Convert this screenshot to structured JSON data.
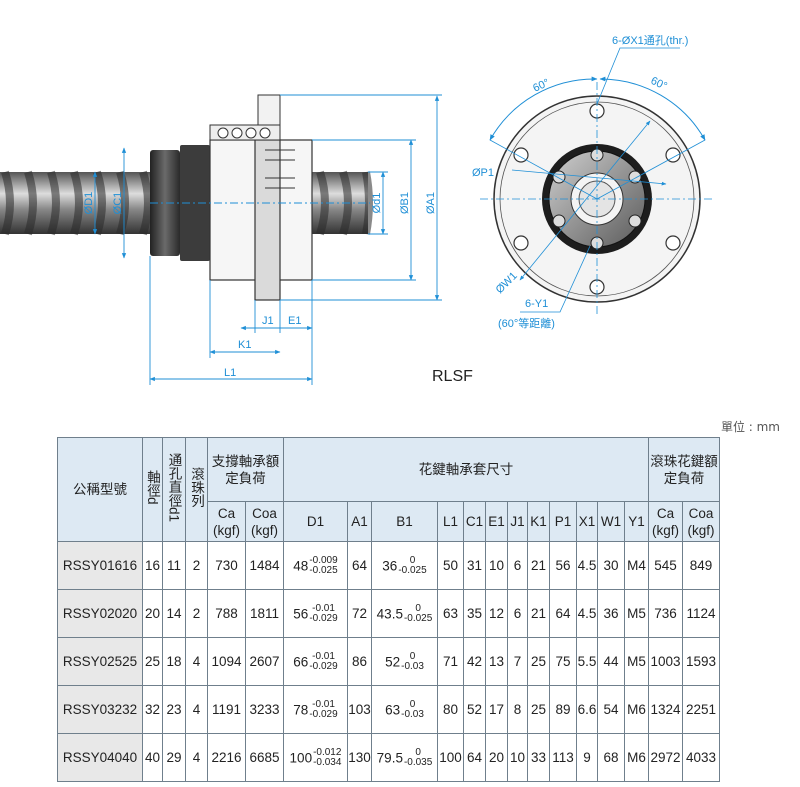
{
  "drawing": {
    "dims": {
      "D1": "ØD1",
      "C1": "ØC1",
      "d1": "Ød1",
      "B1": "ØB1",
      "A1": "ØA1",
      "J1": "J1",
      "E1": "E1",
      "K1": "K1",
      "L1": "L1"
    },
    "front": {
      "angle_a": "60°",
      "angle_b": "60°",
      "holes_thru": "6-ØX1通孔(thr.)",
      "p1": "ØP1",
      "w1": "ØW1",
      "taps": "6-Y1",
      "taps_note": "(60°等距離)"
    }
  },
  "model_label": "RLSF",
  "unit_label": "單位 : mm",
  "table": {
    "headers": {
      "model": "公稱型號",
      "shaft_dia": "軸徑d",
      "hole_dia": "通孔直徑d1",
      "rows_balls": "滾珠列",
      "support_load": "支撐軸承額定負荷",
      "nut_dims": "花鍵軸承套尺寸",
      "spline_load": "滾珠花鍵額定負荷",
      "ca": "Ca (kgf)",
      "coa": "Coa (kgf)",
      "D1": "D1",
      "A1": "A1",
      "B1": "B1",
      "L1": "L1",
      "C1": "C1",
      "E1": "E1",
      "J1": "J1",
      "K1": "K1",
      "P1": "P1",
      "X1": "X1",
      "W1": "W1",
      "Y1": "Y1",
      "ca2": "Ca (kgf)",
      "coa2": "Coa (kgf)"
    },
    "rows": [
      {
        "model": "RSSY01616",
        "d": "16",
        "d1": "11",
        "n": "2",
        "ca": "730",
        "coa": "1484",
        "D1": "48",
        "D1_up": "-0.009",
        "D1_lo": "-0.025",
        "A1": "64",
        "B1": "36",
        "B1_up": "0",
        "B1_lo": "-0.025",
        "L1": "50",
        "C1": "31",
        "E1": "10",
        "J1": "6",
        "K1": "21",
        "P1": "56",
        "X1": "4.5",
        "W1": "30",
        "Y1": "M4",
        "ca2": "545",
        "coa2": "849"
      },
      {
        "model": "RSSY02020",
        "d": "20",
        "d1": "14",
        "n": "2",
        "ca": "788",
        "coa": "1811",
        "D1": "56",
        "D1_up": "-0.01",
        "D1_lo": "-0.029",
        "A1": "72",
        "B1": "43.5",
        "B1_up": "0",
        "B1_lo": "-0.025",
        "L1": "63",
        "C1": "35",
        "E1": "12",
        "J1": "6",
        "K1": "21",
        "P1": "64",
        "X1": "4.5",
        "W1": "36",
        "Y1": "M5",
        "ca2": "736",
        "coa2": "1124"
      },
      {
        "model": "RSSY02525",
        "d": "25",
        "d1": "18",
        "n": "4",
        "ca": "1094",
        "coa": "2607",
        "D1": "66",
        "D1_up": "-0.01",
        "D1_lo": "-0.029",
        "A1": "86",
        "B1": "52",
        "B1_up": "0",
        "B1_lo": "-0.03",
        "L1": "71",
        "C1": "42",
        "E1": "13",
        "J1": "7",
        "K1": "25",
        "P1": "75",
        "X1": "5.5",
        "W1": "44",
        "Y1": "M5",
        "ca2": "1003",
        "coa2": "1593"
      },
      {
        "model": "RSSY03232",
        "d": "32",
        "d1": "23",
        "n": "4",
        "ca": "1191",
        "coa": "3233",
        "D1": "78",
        "D1_up": "-0.01",
        "D1_lo": "-0.029",
        "A1": "103",
        "B1": "63",
        "B1_up": "0",
        "B1_lo": "-0.03",
        "L1": "80",
        "C1": "52",
        "E1": "17",
        "J1": "8",
        "K1": "25",
        "P1": "89",
        "X1": "6.6",
        "W1": "54",
        "Y1": "M6",
        "ca2": "1324",
        "coa2": "2251"
      },
      {
        "model": "RSSY04040",
        "d": "40",
        "d1": "29",
        "n": "4",
        "ca": "2216",
        "coa": "6685",
        "D1": "100",
        "D1_up": "-0.012",
        "D1_lo": "-0.034",
        "A1": "130",
        "B1": "79.5",
        "B1_up": "0",
        "B1_lo": "-0.035",
        "L1": "100",
        "C1": "64",
        "E1": "20",
        "J1": "10",
        "K1": "33",
        "P1": "113",
        "X1": "9",
        "W1": "68",
        "Y1": "M6",
        "ca2": "2972",
        "coa2": "4033"
      }
    ]
  }
}
